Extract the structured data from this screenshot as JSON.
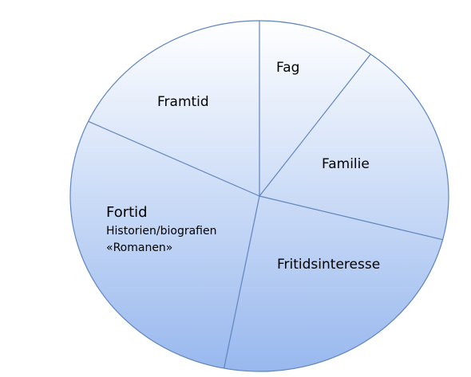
{
  "chart_data": {
    "type": "pie",
    "title": "",
    "slices": [
      {
        "label": "Fag",
        "value": 10
      },
      {
        "label": "Familie",
        "value": 19
      },
      {
        "label": "Fritidsinteresse",
        "value": 24
      },
      {
        "label": "Fortid",
        "sublabels": [
          "Historien/biografien",
          "«Romanen»"
        ],
        "value": 29
      },
      {
        "label": "Framtid",
        "value": 18
      }
    ],
    "fill_top": "#ffffff",
    "fill_bottom": "#98b8ee",
    "stroke": "#5f84bd",
    "legend": "none"
  }
}
